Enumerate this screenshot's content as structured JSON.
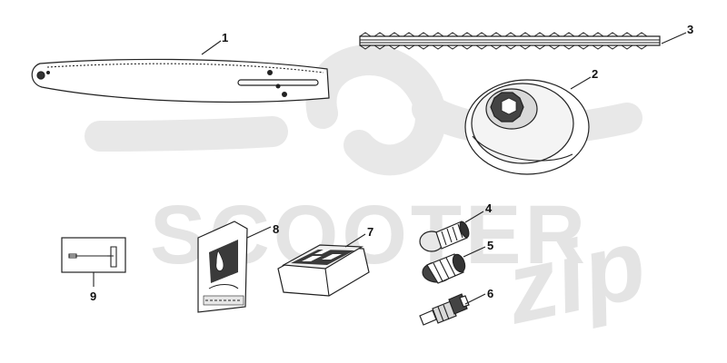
{
  "watermark": {
    "brand_word": "SCOOTER",
    "brand_script": "zip"
  },
  "callouts": [
    "1",
    "2",
    "3",
    "4",
    "5",
    "6",
    "7",
    "8",
    "9"
  ],
  "colors": {
    "line": "#222222",
    "watermark": "#e4e4e4",
    "background": "#ffffff"
  }
}
